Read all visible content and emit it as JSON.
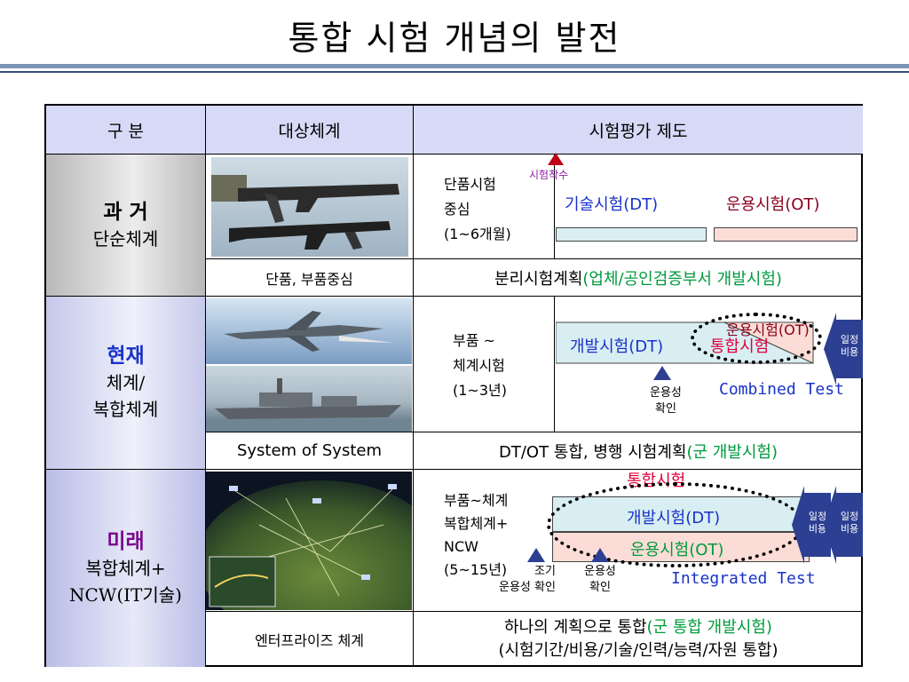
{
  "title": "통합 시험 개념의 발전",
  "header": {
    "col1": "구 분",
    "col2": "대상체계",
    "col3": "시험평가 제도"
  },
  "past": {
    "label_main": "과 거",
    "label_sub": "단순체계",
    "scope_lines": [
      "단품시험",
      "중심",
      "(1~6개월)"
    ],
    "test_start": "시험착수",
    "dt": "기술시험(DT)",
    "ot": "운용시험(OT)",
    "target_caption": "단품, 부품중심",
    "plan_main": "분리시험계획",
    "plan_paren": "(업체/공인검증부서 개발시험)"
  },
  "present": {
    "label_main": "현재",
    "label_sub1": "체계/",
    "label_sub2": "복합체계",
    "scope_lines": [
      "부품 ~",
      "체계시험",
      "(1~3년)"
    ],
    "ot_label": "운용시험(OT)",
    "dt_label": "개발시험(DT)",
    "integrated": "통합시험",
    "schedule": [
      "일정",
      "비용"
    ],
    "confirm": [
      "운용성",
      "확인"
    ],
    "combined": "Combined Test",
    "target_caption": "System of System",
    "plan_main": "DT/OT 통합, 병행 시험계획",
    "plan_paren": "(군 개발시험)"
  },
  "future": {
    "label_main": "미래",
    "label_sub1": "복합체계+",
    "label_sub2": "NCW(IT기술)",
    "scope_lines": [
      "부품~체계",
      "복합체계+",
      "NCW",
      "(5~15년)"
    ],
    "integrated": "통합시험",
    "dt_label": "개발시험(DT)",
    "ot_label": "운용시험(OT)",
    "schedule": [
      "일정",
      "비용"
    ],
    "early": [
      "조기",
      "운용성 확인"
    ],
    "confirm": [
      "운용성",
      "확인"
    ],
    "integrated_en": "Integrated Test",
    "target_caption": "엔터프라이즈 체계",
    "plan_main": "하나의 계획으로 통합",
    "plan_paren": "(군 통합 개발시험)",
    "plan_line2": "(시험기간/비용/기술/인력/능력/자원 통합)"
  }
}
